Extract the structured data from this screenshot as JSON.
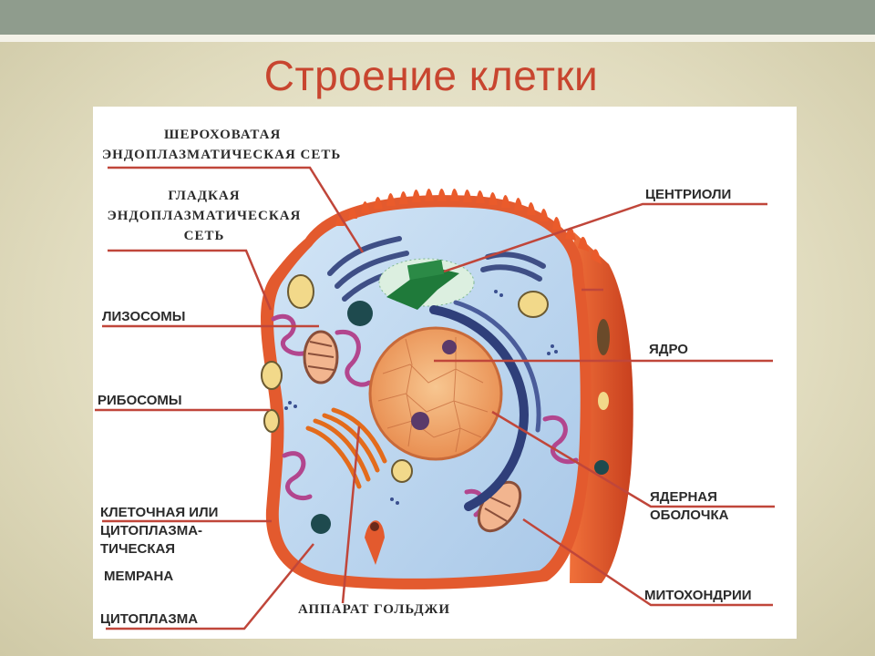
{
  "slide": {
    "title": "Строение клетки"
  },
  "labels": {
    "rough_er": [
      "ШЕРОХОВАТАЯ",
      "ЭНДОПЛАЗМАТИЧЕСКАЯ  СЕТЬ"
    ],
    "smooth_er": [
      "ГЛАДКАЯ",
      "ЭНДОПЛАЗМАТИЧЕСКАЯ",
      "СЕТЬ"
    ],
    "lysosomes": "ЛИЗОСОМЫ",
    "ribosomes": "РИБОСОМЫ",
    "membrane": [
      "КЛЕТОЧНАЯ ИЛИ",
      "ЦИТОПЛАЗМА-",
      "ТИЧЕСКАЯ",
      "МЕМРАНА"
    ],
    "cytoplasm": "ЦИТОПЛАЗМА",
    "golgi": "АППАРАТ  ГОЛЬДЖИ",
    "centrioles": "ЦЕНТРИОЛИ",
    "nucleus": "ЯДРО",
    "nuclear_envelope": [
      "ЯДЕРНАЯ",
      "ОБОЛОЧКА"
    ],
    "mitochondria": "МИТОХОНДРИИ"
  },
  "colors": {
    "title": "#c8452f",
    "leader_line": "#c0463a",
    "membrane": "#e8562c",
    "cytoplasm": "#bcd6ee",
    "nucleus": "#f2b27a",
    "er": "#3f4f86",
    "centriole": "#1f7a3a",
    "lysosome": "#1e4a4e"
  }
}
